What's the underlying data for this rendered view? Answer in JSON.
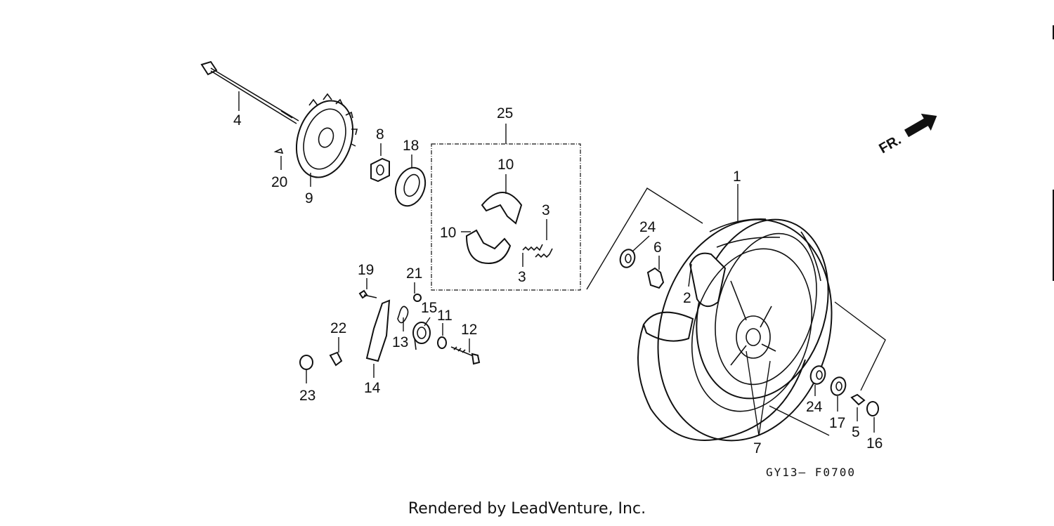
{
  "diagram": {
    "direction_label": "FR.",
    "figure_code": "GY13– F0700",
    "callouts": [
      {
        "id": "c1",
        "text": "1"
      },
      {
        "id": "c2",
        "text": "2"
      },
      {
        "id": "c3a",
        "text": "3"
      },
      {
        "id": "c3b",
        "text": "3"
      },
      {
        "id": "c4",
        "text": "4"
      },
      {
        "id": "c5",
        "text": "5"
      },
      {
        "id": "c6",
        "text": "6"
      },
      {
        "id": "c7",
        "text": "7"
      },
      {
        "id": "c8",
        "text": "8"
      },
      {
        "id": "c9",
        "text": "9"
      },
      {
        "id": "c10a",
        "text": "10"
      },
      {
        "id": "c10b",
        "text": "10"
      },
      {
        "id": "c11",
        "text": "11"
      },
      {
        "id": "c12",
        "text": "12"
      },
      {
        "id": "c13",
        "text": "13"
      },
      {
        "id": "c14",
        "text": "14"
      },
      {
        "id": "c15",
        "text": "15"
      },
      {
        "id": "c16",
        "text": "16"
      },
      {
        "id": "c17",
        "text": "17"
      },
      {
        "id": "c18",
        "text": "18"
      },
      {
        "id": "c19",
        "text": "19"
      },
      {
        "id": "c20",
        "text": "20"
      },
      {
        "id": "c21",
        "text": "21"
      },
      {
        "id": "c22",
        "text": "22"
      },
      {
        "id": "c23",
        "text": "23"
      },
      {
        "id": "c24a",
        "text": "24"
      },
      {
        "id": "c24b",
        "text": "24"
      },
      {
        "id": "c25",
        "text": "25"
      }
    ]
  },
  "footer": {
    "credit": "Rendered by LeadVenture, Inc."
  }
}
